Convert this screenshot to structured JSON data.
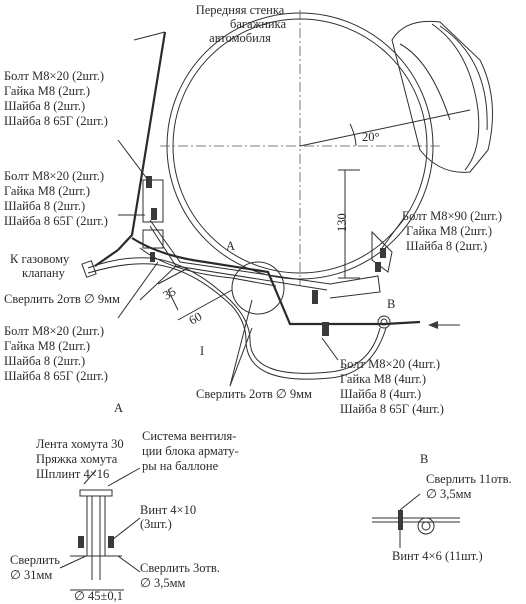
{
  "labels": {
    "wall": [
      "Передняя стенка",
      "багажника",
      "автомобиля"
    ],
    "group1": [
      "Болт  М8×20  (2шт.)",
      "Гайка М8       (2шт.)",
      "Шайба 8         (2шт.)",
      "Шайба 8 65Г (2шт.)"
    ],
    "group2": [
      "Болт  М8×20  (2шт.)",
      "Гайка М8       (2шт.)",
      "Шайба 8         (2шт.)",
      "Шайба 8 65Г (2шт.)"
    ],
    "group3": [
      "Болт  М8×20  (2шт.)",
      "Гайка М8       (2шт.)",
      "Шайба 8         (2шт.)",
      "Шайба 8 65Г (2шт.)"
    ],
    "group4": [
      "Болт  М8×20  (4шт.)",
      "Гайка М8        (4шт.)",
      "Шайба 8          (4шт.)",
      "Шайба 8 65Г  (4шт.)"
    ],
    "group5": [
      "Болт  М8×90  (2шт.)",
      "Гайка  М8      (2шт.)",
      "Шайба  8        (2шт.)"
    ],
    "gas": [
      "К газовому",
      "клапану"
    ],
    "drill_left": "Сверлить 2отв ∅ 9мм",
    "drill_bottom": "Сверлить 2отв ∅ 9мм",
    "dim_20": "20°",
    "dim_130": "130",
    "dim_35": "35",
    "dim_60": "60",
    "mark_A": "А",
    "mark_B": "В",
    "mark_I": "I",
    "detail_A_title": "А",
    "detail_A_left": [
      "Лента хомута 30",
      "Пряжка  хомута",
      "Шплинт   4×16"
    ],
    "detail_A_right": [
      "Система  вентиля-",
      "ции блока армату-",
      "ры на баллоне"
    ],
    "detail_A_screw": [
      "Винт 4×10",
      "(3шт.)"
    ],
    "detail_A_drill31": [
      "Сверлить",
      "∅ 31мм"
    ],
    "detail_A_drill35": [
      "Сверлить 3отв.",
      "∅ 3,5мм"
    ],
    "detail_A_dim45": "∅ 45±0,1",
    "detail_B_title": "В",
    "detail_B_drill": [
      "Сверлить 11отв.",
      "∅ 3,5мм"
    ],
    "detail_B_screw": "Винт 4×6  (11шт.)"
  }
}
